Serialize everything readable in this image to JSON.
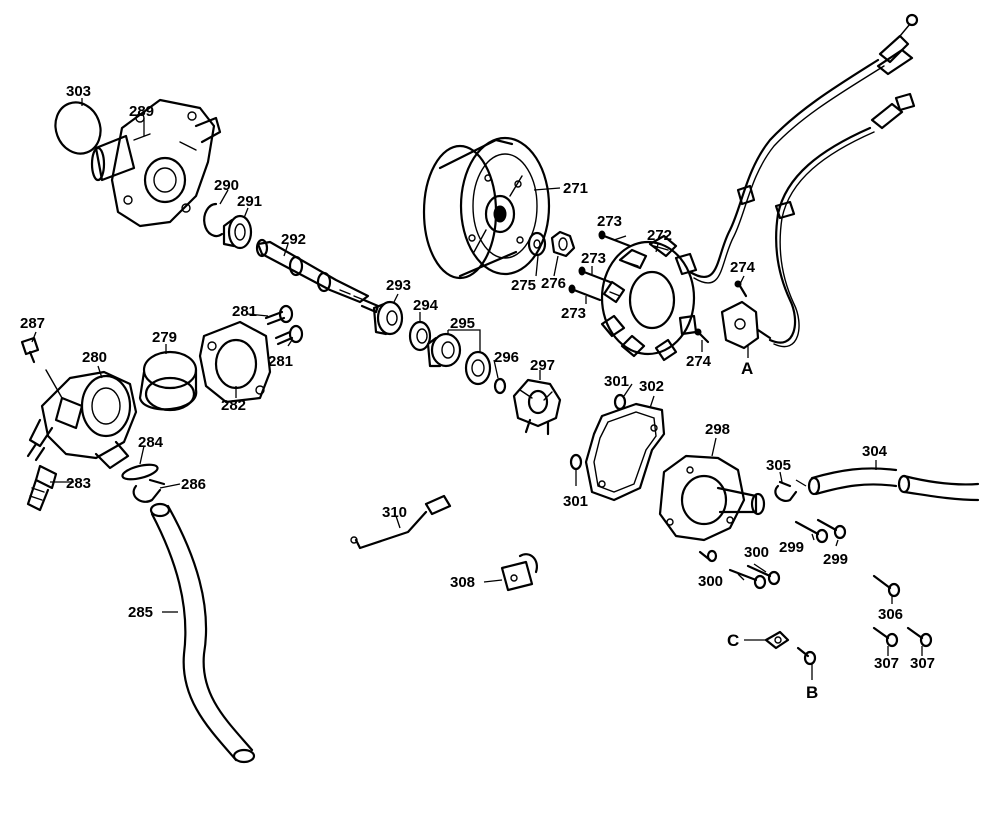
{
  "labels": {
    "l303": "303",
    "l289": "289",
    "l290": "290",
    "l291": "291",
    "l292": "292",
    "l271": "271",
    "l273a": "273",
    "l273b": "273",
    "l273c": "273",
    "l272": "272",
    "l274a": "274",
    "l274b": "274",
    "l275": "275",
    "l276": "276",
    "lA": "A",
    "l287": "287",
    "l280": "280",
    "l279": "279",
    "l281a": "281",
    "l281b": "281",
    "l282": "282",
    "l293": "293",
    "l294": "294",
    "l295": "295",
    "l296": "296",
    "l297": "297",
    "l301a": "301",
    "l301b": "301",
    "l302": "302",
    "l298": "298",
    "l304": "304",
    "l305": "305",
    "l299a": "299",
    "l299b": "299",
    "l300a": "300",
    "l300b": "300",
    "l284": "284",
    "l283": "283",
    "l286": "286",
    "l310": "310",
    "l308": "308",
    "l285": "285",
    "l306": "306",
    "l307a": "307",
    "l307b": "307",
    "lC": "C",
    "lB": "B"
  }
}
